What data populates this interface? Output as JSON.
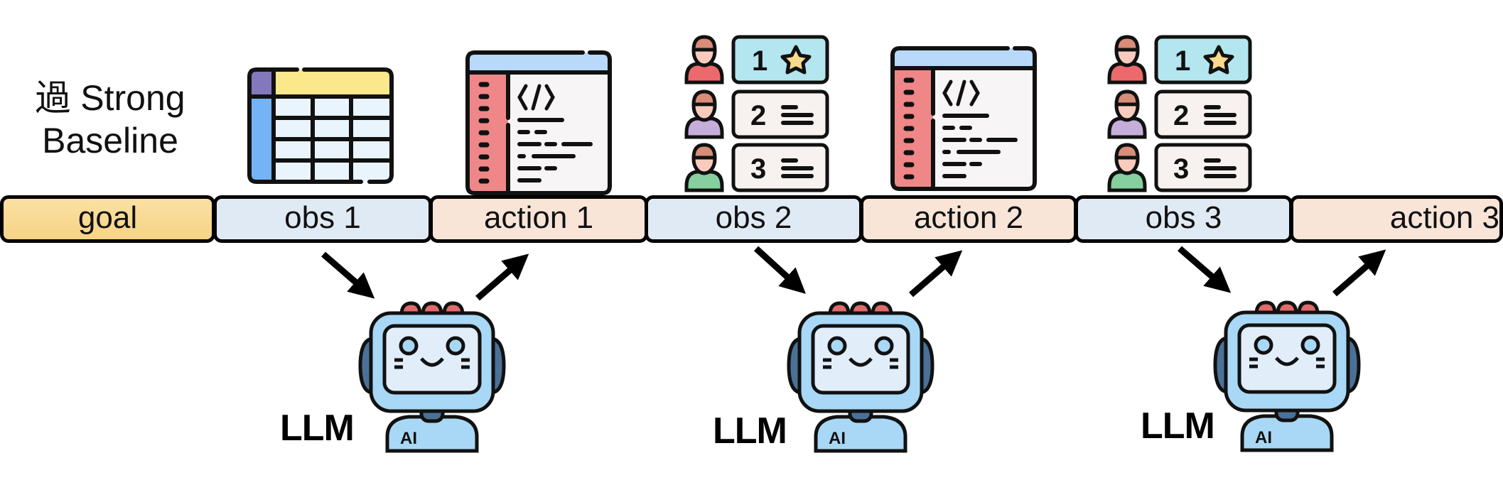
{
  "title": {
    "line1": "過 Strong",
    "line2": "Baseline"
  },
  "sequence": [
    {
      "label": "goal",
      "kind": "goal"
    },
    {
      "label": "obs 1",
      "kind": "obs"
    },
    {
      "label": "action 1",
      "kind": "action"
    },
    {
      "label": "obs 2",
      "kind": "obs"
    },
    {
      "label": "action 2",
      "kind": "action"
    },
    {
      "label": "obs 3",
      "kind": "obs"
    },
    {
      "label": "action 3",
      "kind": "action"
    }
  ],
  "icons": [
    {
      "name": "table-icon",
      "above": "obs 1"
    },
    {
      "name": "code-window-icon",
      "above": "action 1"
    },
    {
      "name": "ranking-list-icon",
      "above": "obs 2",
      "ranks": [
        "1",
        "2",
        "3"
      ]
    },
    {
      "name": "code-window-icon",
      "above": "action 2"
    },
    {
      "name": "ranking-list-icon",
      "above": "obs 3",
      "ranks": [
        "1",
        "2",
        "3"
      ]
    }
  ],
  "agents": [
    {
      "label": "LLM",
      "badge": "AI"
    },
    {
      "label": "LLM",
      "badge": "AI"
    },
    {
      "label": "LLM",
      "badge": "AI"
    }
  ],
  "colors": {
    "goal": "#f8d98f",
    "obs": "#e0eaf5",
    "action": "#f8e5d8",
    "robot_body": "#a8d8f5",
    "robot_screen": "#e1eefa",
    "antenna": "#e06b6b"
  }
}
